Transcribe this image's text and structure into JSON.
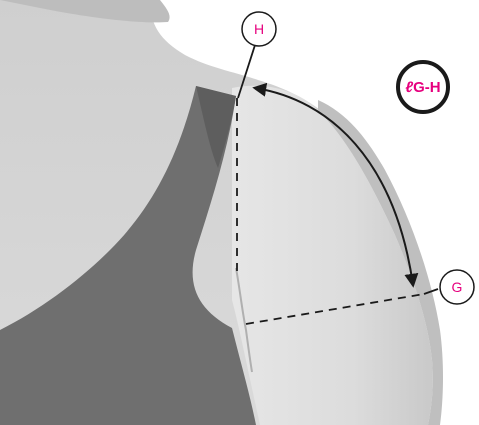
{
  "diagram": {
    "colors": {
      "skin": "#d7d7d7",
      "skin_light": "#e4e4e4",
      "skin_shadow": "#c4c4c4",
      "garment": "#6f6f6f",
      "garment_dark": "#5e5e5e",
      "label_text": "#e6007e",
      "outline": "#1a1a1a"
    },
    "points": [
      {
        "id": "H",
        "label": "H"
      },
      {
        "id": "G",
        "label": "G"
      }
    ],
    "measurement_badge": {
      "prefix": "ℓ",
      "text": "G-H"
    },
    "icons": [
      "curved-double-arrow-icon",
      "dashed-guide-line-icon"
    ]
  }
}
